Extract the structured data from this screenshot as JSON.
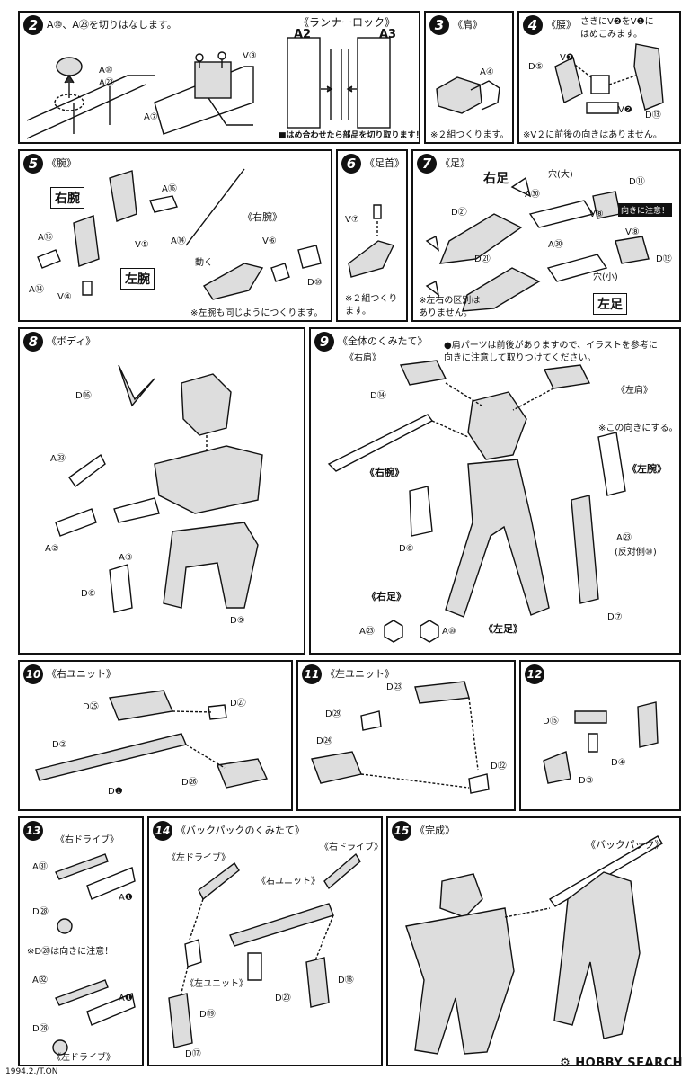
{
  "steps": {
    "s2": {
      "num": "2",
      "text": "A⑩、A㉓を切りはなします。",
      "runner_title": "《ランナーロック》",
      "a2": "A2",
      "a3": "A3",
      "lbl_a10": "A⑩",
      "lbl_a23": "A㉓",
      "lbl_v3": "V③",
      "lbl_a7": "A⑦",
      "note": "■はめ合わせたら部品を切り取ります！"
    },
    "s3": {
      "num": "3",
      "title": "《肩》",
      "lbl_a4": "A④",
      "note": "※２組つくります。"
    },
    "s4": {
      "num": "4",
      "title": "《腰》",
      "text": "さきにV❷をV❶に\nはめこみます。",
      "lbl_v1": "V❶",
      "lbl_d5": "D⑤",
      "lbl_v2": "V❷",
      "lbl_d13": "D⑬",
      "note": "※V２に前後の向きはありません。"
    },
    "s5": {
      "num": "5",
      "title": "《腕》",
      "right_arm": "右腕",
      "left_arm": "左腕",
      "lbl_a16": "A⑯",
      "lbl_a15": "A⑮",
      "lbl_v5": "V⑤",
      "lbl_a14a": "A⑭",
      "lbl_a14b": "A⑭",
      "lbl_v4": "V④",
      "sub_title": "《右腕》",
      "move": "動く",
      "lbl_v6": "V⑥",
      "lbl_d10": "D⑩",
      "note": "※左腕も同じようにつくります。"
    },
    "s6": {
      "num": "6",
      "title": "《足首》",
      "lbl_v7": "V⑦",
      "note": "※２組つくり\nます。"
    },
    "s7": {
      "num": "7",
      "title": "《足》",
      "right_foot": "右足",
      "left_foot": "左足",
      "hole_big": "穴(大)",
      "hole_small": "穴(小)",
      "caution": "向きに注意！",
      "lbl_a30a": "A㉚",
      "lbl_d11": "D⑪",
      "lbl_d21a": "D㉑",
      "lbl_v8a": "V⑧",
      "lbl_a30b": "A㉚",
      "lbl_v8b": "V⑧",
      "lbl_d21b": "D㉑",
      "lbl_d12": "D⑫",
      "note": "※左右の区別は\nありません。"
    },
    "s8": {
      "num": "8",
      "title": "《ボディ》",
      "lbl_d16": "D⑯",
      "lbl_a33": "A㉝",
      "lbl_a2": "A②",
      "lbl_a3": "A③",
      "lbl_d8": "D⑧",
      "lbl_d9": "D⑨"
    },
    "s9": {
      "num": "9",
      "title": "《全体のくみたて》",
      "text": "●肩パーツは前後がありますので、イラストを参考に\n向きに注意して取りつけてください。",
      "r_shoulder": "《右肩》",
      "l_shoulder": "《左肩》",
      "r_arm": "《右腕》",
      "l_arm": "《左腕》",
      "r_leg": "《右足》",
      "l_leg": "《左足》",
      "this_dir": "※この向きにする。",
      "lbl_d14": "D⑭",
      "lbl_d6": "D⑥",
      "lbl_a23": "A㉓",
      "opposite": "(反対側⑩)",
      "lbl_d7": "D⑦",
      "hex_a23": "A㉓",
      "hex_a10": "A⑩"
    },
    "s10": {
      "num": "10",
      "title": "《右ユニット》",
      "lbl_d25": "D㉕",
      "lbl_d27": "D㉗",
      "lbl_d2": "D②",
      "lbl_d1": "D❶",
      "lbl_d26": "D㉖"
    },
    "s11": {
      "num": "11",
      "title": "《左ユニット》",
      "lbl_d23": "D㉓",
      "lbl_d29": "D㉙",
      "lbl_d24": "D㉔",
      "lbl_d22": "D㉒"
    },
    "s12": {
      "num": "12",
      "lbl_d15": "D⑮",
      "lbl_d4": "D④",
      "lbl_d3": "D③"
    },
    "s13": {
      "num": "13",
      "title": "《右ドライブ》",
      "lbl_a31": "A㉛",
      "lbl_a1a": "A❶",
      "lbl_d28a": "D㉘",
      "note": "※D㉘は向きに注意！",
      "lbl_a32": "A㉜",
      "lbl_a1b": "A❶",
      "lbl_d28b": "D㉘",
      "sub": "《左ドライブ》"
    },
    "s14": {
      "num": "14",
      "title": "《バックパックのくみたて》",
      "l_drive": "《左ドライブ》",
      "r_unit": "《右ユニット》",
      "r_drive": "《右ドライブ》",
      "l_unit": "《左ユニット》",
      "lbl_d20": "D⑳",
      "lbl_d18": "D⑱",
      "lbl_d19": "D⑲",
      "lbl_d17": "D⑰"
    },
    "s15": {
      "num": "15",
      "title": "《完成》",
      "backpack": "《バックパック》"
    }
  },
  "footer": "1994.2./T.ON",
  "watermark": "HOBBY SEARCH",
  "watermark_icon": "gear-logo-icon"
}
